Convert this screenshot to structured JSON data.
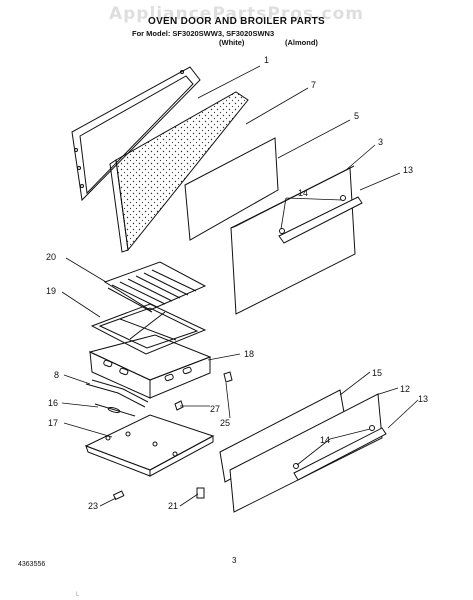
{
  "watermark": "AppliancePartsPros.com",
  "header": {
    "title": "OVEN DOOR AND BROILER PARTS",
    "model_line": "For Model: SF3020SWW3, SF3020SWN3",
    "color_white": "(White)",
    "color_almond": "(Almond)"
  },
  "callouts": {
    "p1": "1",
    "p7": "7",
    "p5": "5",
    "p3": "3",
    "p13a": "13",
    "p14a": "14",
    "p20": "20",
    "p19": "19",
    "p18": "18",
    "p8": "8",
    "p16": "16",
    "p17": "17",
    "p27": "27",
    "p25": "25",
    "p15": "15",
    "p12": "12",
    "p13b": "13",
    "p14b": "14",
    "p23": "23",
    "p21": "21"
  },
  "footer": {
    "doc_number": "4363556",
    "page_number": "3",
    "mark": "L"
  }
}
